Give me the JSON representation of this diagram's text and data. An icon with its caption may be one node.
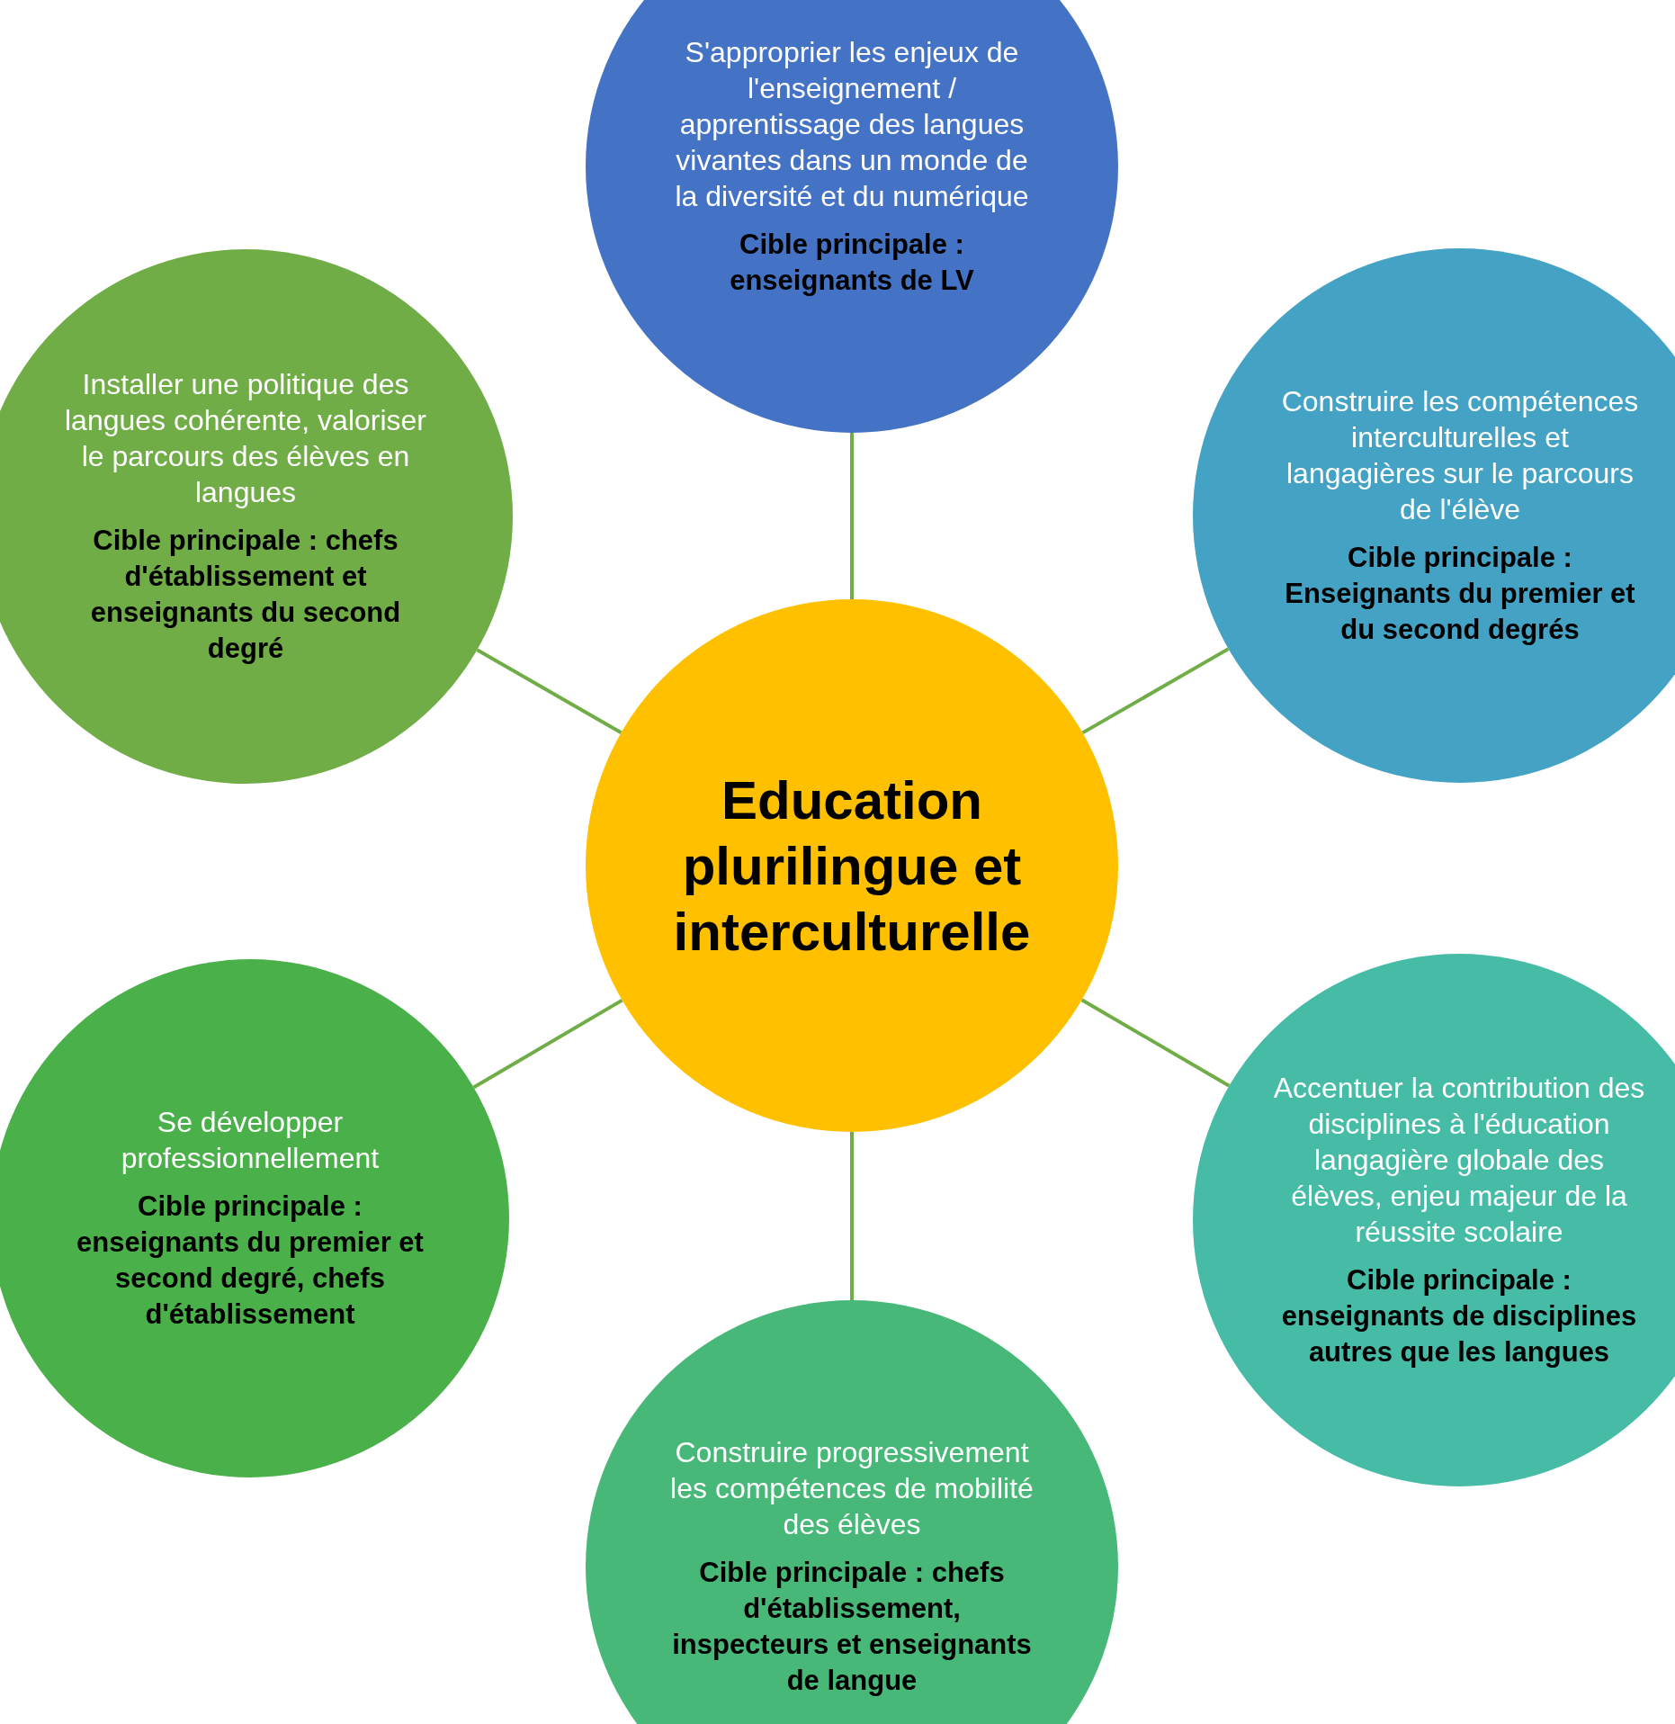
{
  "diagram": {
    "nodes": [
      {
        "text": [
          "S'approprier les enjeux de l'enseignement / apprentissage des langues vivantes dans un monde de la diversité et du numérique",
          "Cible principale : enseignants de LV"
        ]
      },
      {
        "text": [
          "Installer une politique des langues cohérente, valoriser le parcours des élèves en langues",
          "Cible principale : chefs d'établissement et enseignants du second degré"
        ]
      },
      {
        "text": [
          "Construire les compétences interculturelles et langagières sur le parcours de l'élève",
          "Cible principale : Enseignants du premier et du second degrés"
        ]
      },
      {
        "text": [
          "Education plurilingue et interculturelle"
        ]
      },
      {
        "text": [
          "Se développer professionnellement",
          "Cible principale : enseignants du premier et second degré, chefs d'établissement"
        ]
      },
      {
        "text": [
          "Accentuer la contribution des disciplines à l'éducation langagière globale des élèves, enjeu majeur de la réussite scolaire",
          "Cible principale : enseignants de disciplines autres que les langues"
        ]
      },
      {
        "text": [
          "Construire progressivement les compétences de mobilité des élèves",
          "Cible principale : chefs d'établissement, inspecteurs et enseignants de langue"
        ]
      }
    ],
    "edges": [
      {
        "from": 3,
        "to": 0,
        "arrow": "none"
      },
      {
        "from": 3,
        "to": 1,
        "arrow": "none"
      },
      {
        "from": 3,
        "to": 2,
        "arrow": "none"
      },
      {
        "from": 3,
        "to": 4,
        "arrow": "none"
      },
      {
        "from": 3,
        "to": 5,
        "arrow": "none"
      },
      {
        "from": 3,
        "to": 6,
        "arrow": "none"
      }
    ]
  }
}
